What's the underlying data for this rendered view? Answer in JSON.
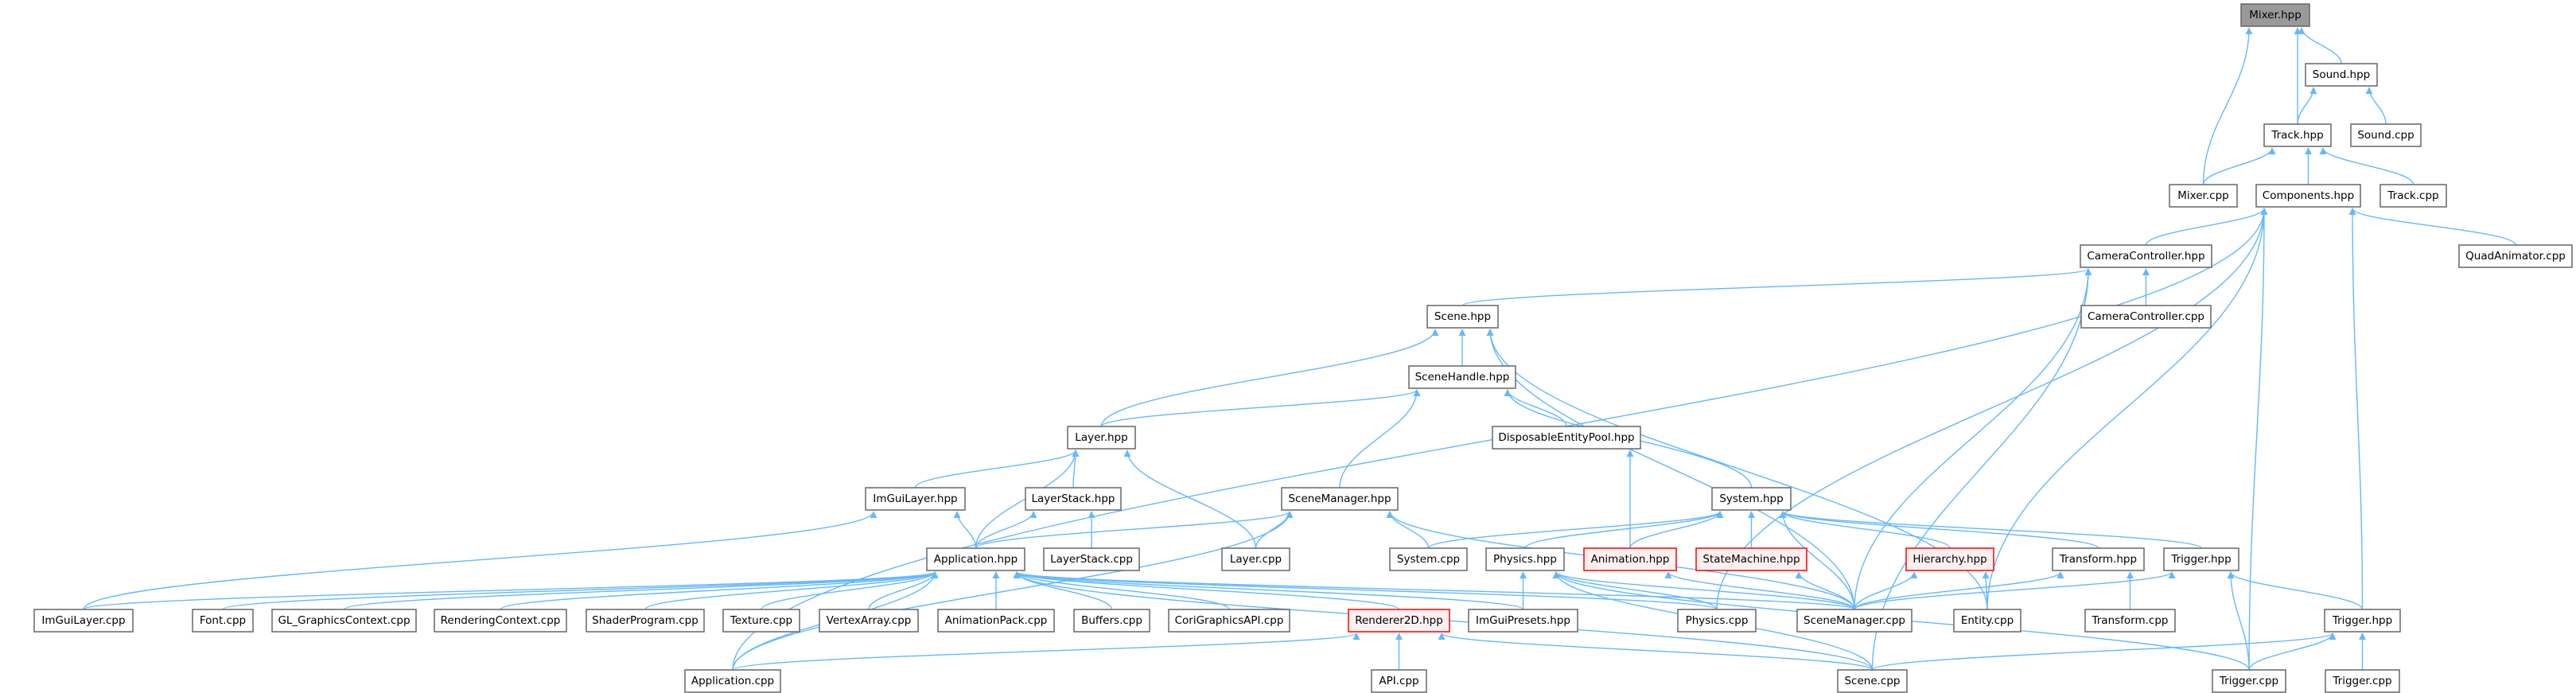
{
  "graph": {
    "colors": {
      "edge": "#63b8ff",
      "node_border": "#666666",
      "root_fill": "#999999",
      "incomplete_border": "#ff0000",
      "incomplete_fill": "#fff0f0"
    },
    "nodes": [
      {
        "id": "mixer_hpp",
        "label": "Mixer.hpp",
        "style": "root"
      },
      {
        "id": "sound_hpp",
        "label": "Sound.hpp"
      },
      {
        "id": "track_hpp",
        "label": "Track.hpp"
      },
      {
        "id": "sound_cpp",
        "label": "Sound.cpp"
      },
      {
        "id": "mixer_cpp",
        "label": "Mixer.cpp"
      },
      {
        "id": "components_hpp",
        "label": "Components.hpp"
      },
      {
        "id": "track_cpp",
        "label": "Track.cpp"
      },
      {
        "id": "cameracontroller_hpp",
        "label": "CameraController.hpp"
      },
      {
        "id": "quadanimator_cpp",
        "label": "QuadAnimator.cpp"
      },
      {
        "id": "scene_hpp",
        "label": "Scene.hpp"
      },
      {
        "id": "cameracontroller_cpp",
        "label": "CameraController.cpp"
      },
      {
        "id": "scenehandle_hpp",
        "label": "SceneHandle.hpp"
      },
      {
        "id": "layer_hpp",
        "label": "Layer.hpp"
      },
      {
        "id": "disposable_hpp",
        "label": "DisposableEntityPool.hpp"
      },
      {
        "id": "imguilayer_hpp",
        "label": "ImGuiLayer.hpp"
      },
      {
        "id": "layerstack_hpp",
        "label": "LayerStack.hpp"
      },
      {
        "id": "scenemanager_hpp",
        "label": "SceneManager.hpp"
      },
      {
        "id": "system_hpp",
        "label": "System.hpp"
      },
      {
        "id": "application_hpp",
        "label": "Application.hpp"
      },
      {
        "id": "layerstack_cpp",
        "label": "LayerStack.cpp"
      },
      {
        "id": "layer_cpp",
        "label": "Layer.cpp"
      },
      {
        "id": "system_cpp",
        "label": "System.cpp"
      },
      {
        "id": "physics_hpp",
        "label": "Physics.hpp"
      },
      {
        "id": "animation_hpp",
        "label": "Animation.hpp",
        "style": "incomplete"
      },
      {
        "id": "statemachine_hpp",
        "label": "StateMachine.hpp",
        "style": "incomplete"
      },
      {
        "id": "hierarchy_hpp",
        "label": "Hierarchy.hpp",
        "style": "incomplete"
      },
      {
        "id": "transform_hpp",
        "label": "Transform.hpp"
      },
      {
        "id": "trigger_hpp",
        "label": "Trigger.hpp"
      },
      {
        "id": "imguilayer_cpp",
        "label": "ImGuiLayer.cpp"
      },
      {
        "id": "font_cpp",
        "label": "Font.cpp"
      },
      {
        "id": "glgc_cpp",
        "label": "GL_GraphicsContext.cpp"
      },
      {
        "id": "renderingcontext_cpp",
        "label": "RenderingContext.cpp"
      },
      {
        "id": "shaderprogram_cpp",
        "label": "ShaderProgram.cpp"
      },
      {
        "id": "texture_cpp",
        "label": "Texture.cpp"
      },
      {
        "id": "vertexarray_cpp",
        "label": "VertexArray.cpp"
      },
      {
        "id": "animationpack_cpp",
        "label": "AnimationPack.cpp"
      },
      {
        "id": "buffers_cpp",
        "label": "Buffers.cpp"
      },
      {
        "id": "corigraphicsapi_cpp",
        "label": "CoriGraphicsAPI.cpp"
      },
      {
        "id": "renderer2d_hpp",
        "label": "Renderer2D.hpp",
        "style": "incomplete"
      },
      {
        "id": "imguipresets_hpp",
        "label": "ImGuiPresets.hpp"
      },
      {
        "id": "physics_cpp",
        "label": "Physics.cpp"
      },
      {
        "id": "scenemanager_cpp",
        "label": "SceneManager.cpp"
      },
      {
        "id": "entity_cpp",
        "label": "Entity.cpp"
      },
      {
        "id": "transform_cpp",
        "label": "Transform.cpp"
      },
      {
        "id": "trigger2_hpp",
        "label": "Trigger.hpp"
      },
      {
        "id": "application_cpp",
        "label": "Application.cpp"
      },
      {
        "id": "api_cpp",
        "label": "API.cpp"
      },
      {
        "id": "scene_cpp",
        "label": "Scene.cpp"
      },
      {
        "id": "trigger_cpp",
        "label": "Trigger.cpp"
      },
      {
        "id": "trigger2_cpp",
        "label": "Trigger.cpp"
      }
    ],
    "edges": [
      [
        "sound_hpp",
        "mixer_hpp"
      ],
      [
        "track_hpp",
        "mixer_hpp"
      ],
      [
        "mixer_cpp",
        "mixer_hpp"
      ],
      [
        "track_hpp",
        "sound_hpp"
      ],
      [
        "sound_cpp",
        "sound_hpp"
      ],
      [
        "mixer_cpp",
        "track_hpp"
      ],
      [
        "components_hpp",
        "track_hpp"
      ],
      [
        "track_cpp",
        "track_hpp"
      ],
      [
        "application_cpp",
        "components_hpp"
      ],
      [
        "cameracontroller_hpp",
        "components_hpp"
      ],
      [
        "physics_cpp",
        "components_hpp"
      ],
      [
        "entity_cpp",
        "components_hpp"
      ],
      [
        "trigger2_hpp",
        "components_hpp"
      ],
      [
        "trigger_cpp",
        "components_hpp"
      ],
      [
        "quadanimator_cpp",
        "components_hpp"
      ],
      [
        "scene_hpp",
        "cameracontroller_hpp"
      ],
      [
        "cameracontroller_cpp",
        "cameracontroller_hpp"
      ],
      [
        "scenemanager_cpp",
        "cameracontroller_hpp"
      ],
      [
        "scene_cpp",
        "cameracontroller_hpp"
      ],
      [
        "layer_hpp",
        "scene_hpp"
      ],
      [
        "scenehandle_hpp",
        "scene_hpp"
      ],
      [
        "scenemanager_cpp",
        "scene_hpp"
      ],
      [
        "entity_cpp",
        "scene_hpp"
      ],
      [
        "layer_hpp",
        "scenehandle_hpp"
      ],
      [
        "scenemanager_hpp",
        "scenehandle_hpp"
      ],
      [
        "disposable_hpp",
        "scenehandle_hpp"
      ],
      [
        "system_hpp",
        "scenehandle_hpp"
      ],
      [
        "imguilayer_hpp",
        "layer_hpp"
      ],
      [
        "layerstack_hpp",
        "layer_hpp"
      ],
      [
        "application_hpp",
        "layer_hpp"
      ],
      [
        "layer_cpp",
        "layer_hpp"
      ],
      [
        "animation_hpp",
        "disposable_hpp"
      ],
      [
        "imguilayer_cpp",
        "imguilayer_hpp"
      ],
      [
        "application_hpp",
        "imguilayer_hpp"
      ],
      [
        "application_hpp",
        "layerstack_hpp"
      ],
      [
        "layerstack_cpp",
        "layerstack_hpp"
      ],
      [
        "application_hpp",
        "scenemanager_hpp"
      ],
      [
        "layer_cpp",
        "scenemanager_hpp"
      ],
      [
        "system_cpp",
        "scenemanager_hpp"
      ],
      [
        "scenemanager_cpp",
        "scenemanager_hpp"
      ],
      [
        "application_cpp",
        "scenemanager_hpp"
      ],
      [
        "system_cpp",
        "system_hpp"
      ],
      [
        "physics_hpp",
        "system_hpp"
      ],
      [
        "animation_hpp",
        "system_hpp"
      ],
      [
        "statemachine_hpp",
        "system_hpp"
      ],
      [
        "hierarchy_hpp",
        "system_hpp"
      ],
      [
        "transform_hpp",
        "system_hpp"
      ],
      [
        "trigger_hpp",
        "system_hpp"
      ],
      [
        "scenemanager_cpp",
        "system_hpp"
      ],
      [
        "imguilayer_cpp",
        "application_hpp"
      ],
      [
        "font_cpp",
        "application_hpp"
      ],
      [
        "glgc_cpp",
        "application_hpp"
      ],
      [
        "renderingcontext_cpp",
        "application_hpp"
      ],
      [
        "shaderprogram_cpp",
        "application_hpp"
      ],
      [
        "texture_cpp",
        "application_hpp"
      ],
      [
        "vertexarray_cpp",
        "application_hpp"
      ],
      [
        "animationpack_cpp",
        "application_hpp"
      ],
      [
        "buffers_cpp",
        "application_hpp"
      ],
      [
        "corigraphicsapi_cpp",
        "application_hpp"
      ],
      [
        "renderer2d_hpp",
        "application_hpp"
      ],
      [
        "imguipresets_hpp",
        "application_hpp"
      ],
      [
        "physics_cpp",
        "application_hpp"
      ],
      [
        "scenemanager_cpp",
        "application_hpp"
      ],
      [
        "application_cpp",
        "application_hpp"
      ],
      [
        "scene_cpp",
        "application_hpp"
      ],
      [
        "imguipresets_hpp",
        "physics_hpp"
      ],
      [
        "physics_cpp",
        "physics_hpp"
      ],
      [
        "scenemanager_cpp",
        "physics_hpp"
      ],
      [
        "scene_cpp",
        "physics_hpp"
      ],
      [
        "trigger_cpp",
        "physics_hpp"
      ],
      [
        "scenemanager_cpp",
        "animation_hpp"
      ],
      [
        "scenemanager_cpp",
        "statemachine_hpp"
      ],
      [
        "scenemanager_cpp",
        "hierarchy_hpp"
      ],
      [
        "entity_cpp",
        "hierarchy_hpp"
      ],
      [
        "scenemanager_cpp",
        "transform_hpp"
      ],
      [
        "transform_cpp",
        "transform_hpp"
      ],
      [
        "scenemanager_cpp",
        "trigger_hpp"
      ],
      [
        "trigger_cpp",
        "trigger_hpp"
      ],
      [
        "trigger2_hpp",
        "trigger_hpp"
      ],
      [
        "scene_cpp",
        "trigger2_hpp"
      ],
      [
        "trigger_cpp",
        "trigger2_hpp"
      ],
      [
        "trigger2_cpp",
        "trigger2_hpp"
      ],
      [
        "application_cpp",
        "renderer2d_hpp"
      ],
      [
        "api_cpp",
        "renderer2d_hpp"
      ],
      [
        "scene_cpp",
        "renderer2d_hpp"
      ]
    ]
  }
}
